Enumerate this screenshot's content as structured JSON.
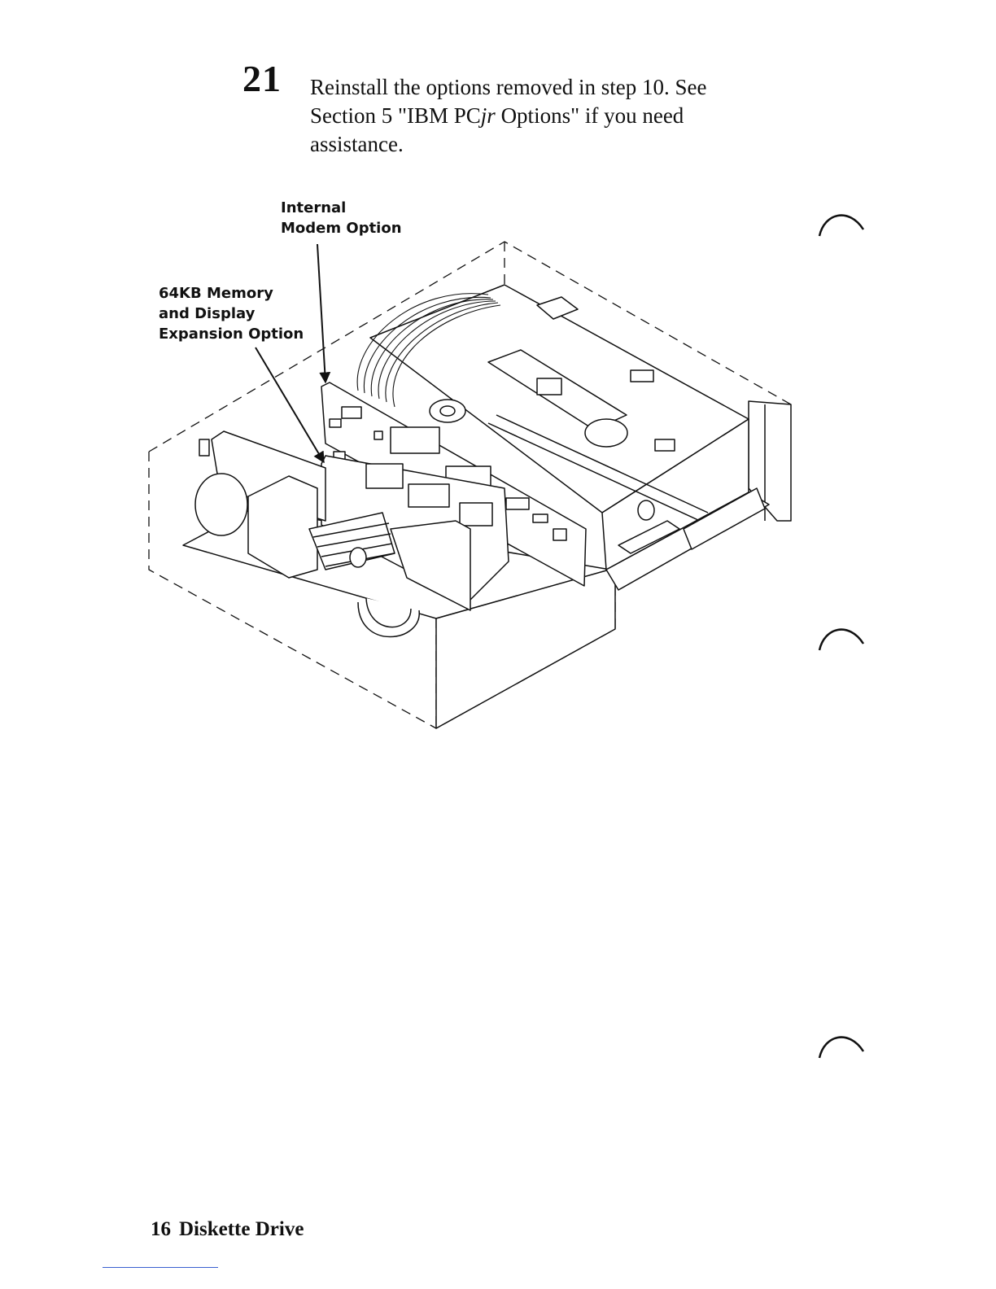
{
  "step": {
    "number": "21",
    "line1": "Reinstall the options removed in step 10.  See",
    "line2_prefix": "Section 5 \"IBM PC",
    "line2_italic": "jr",
    "line2_suffix": "  Options\"  if you need",
    "line3": "assistance."
  },
  "callouts": {
    "modem": {
      "line1": "Internal",
      "line2": "Modem Option"
    },
    "memory": {
      "line1": "64KB Memory",
      "line2": "and Display",
      "line3": "Expansion Option"
    }
  },
  "footer": {
    "page_number": "16",
    "section_title": "Diskette Drive"
  }
}
